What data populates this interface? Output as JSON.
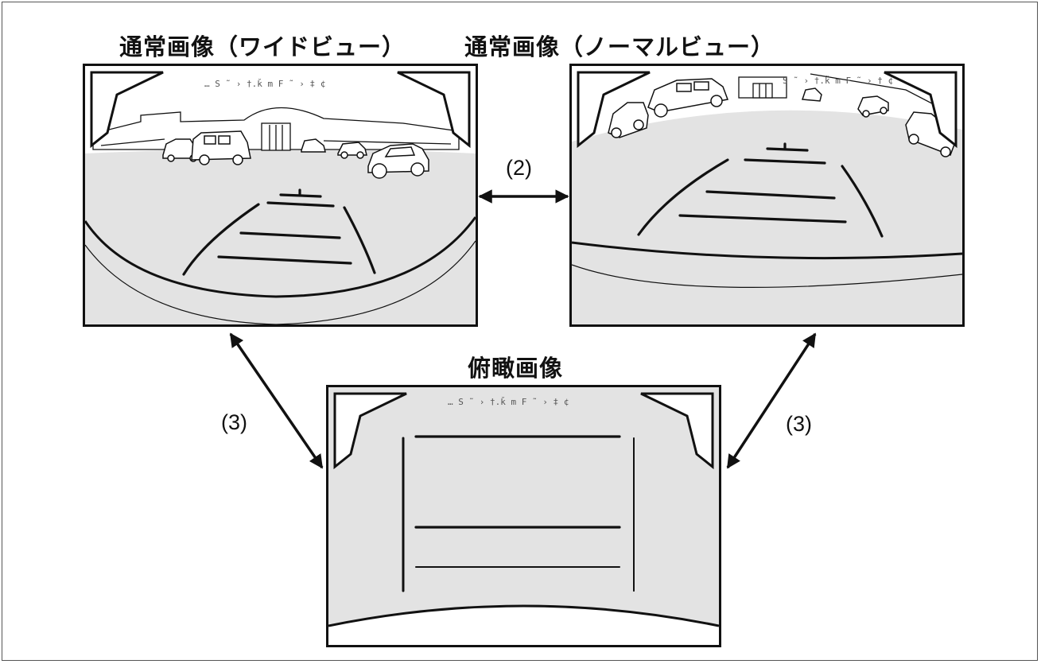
{
  "titles": {
    "wide_view": "通常画像（ワイドビュー）",
    "normal_view": "通常画像（ノーマルビュー）",
    "top_view": "俯瞰画像"
  },
  "labels": {
    "switch_2": "(2)",
    "switch_3_left": "(3)",
    "switch_3_right": "(3)"
  },
  "colors": {
    "ground": "#e3e3e3",
    "line": "#111111",
    "background": "#ffffff"
  }
}
